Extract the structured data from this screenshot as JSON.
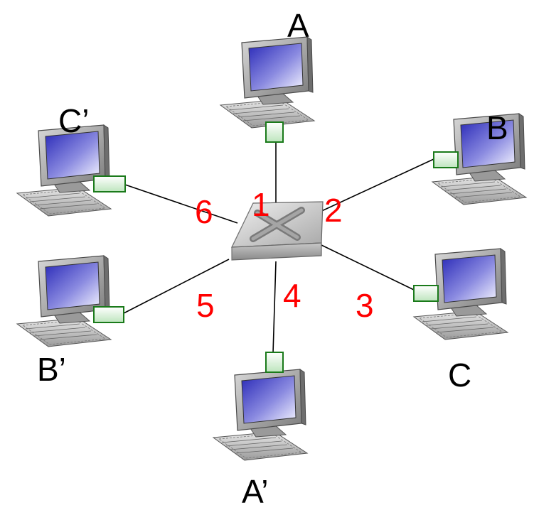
{
  "diagram": {
    "hosts": [
      {
        "id": "A",
        "label": "A",
        "port": "1"
      },
      {
        "id": "B",
        "label": "B",
        "port": "2"
      },
      {
        "id": "C",
        "label": "C",
        "port": "3"
      },
      {
        "id": "A-prime",
        "label": "A’",
        "port": "4"
      },
      {
        "id": "B-prime",
        "label": "B’",
        "port": "5"
      },
      {
        "id": "C-prime",
        "label": "C’",
        "port": "6"
      }
    ],
    "port_labels": [
      "1",
      "2",
      "3",
      "4",
      "5",
      "6"
    ],
    "colors": {
      "port_label": "#ff0000",
      "host_label": "#000000",
      "link": "#000000",
      "nic_border": "#1a7a1a",
      "screen": "#2a2ab8"
    },
    "icons": {
      "switch": "switch-icon",
      "computer": "computer-icon",
      "nic": "network-adapter-icon"
    }
  }
}
